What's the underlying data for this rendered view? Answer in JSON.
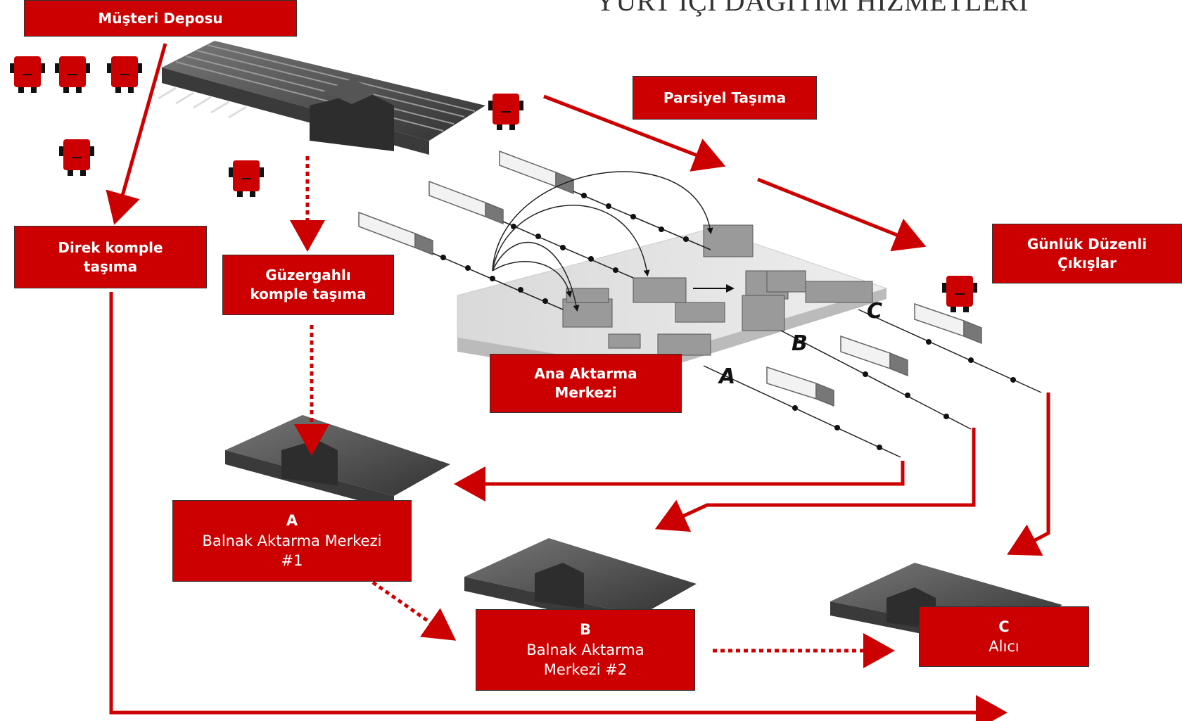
{
  "title": "YURT İÇİ DAĞITIM HİZMETLERİ",
  "labels": {
    "musteri_deposu": "Müşteri Deposu",
    "parsiyel_tasima": "Parsiyel Taşıma",
    "direk_komple_1": "Direk komple",
    "direk_komple_2": "taşıma",
    "guzergahli_1": "Güzergahlı",
    "guzergahli_2": "komple taşıma",
    "gunluk_1": "Günlük Düzenli",
    "gunluk_2": "Çıkışlar",
    "ana_aktarma_1": "Ana Aktarma",
    "ana_aktarma_2": "Merkezi",
    "a_letter": "A",
    "a_line1": "Balnak  Aktarma Merkezi",
    "a_line2": "#1",
    "b_letter": "B",
    "b_line1": "Balnak  Aktarma",
    "b_line2": "Merkezi #2",
    "c_letter": "C",
    "c_line1": "Alıcı"
  },
  "lane_letters": [
    "A",
    "B",
    "C"
  ],
  "colors": {
    "accent": "#cc0000",
    "line": "#cc0000",
    "building": "#555555"
  },
  "icons": [
    "truck-icon",
    "warehouse-icon",
    "distribution-center-icon"
  ]
}
